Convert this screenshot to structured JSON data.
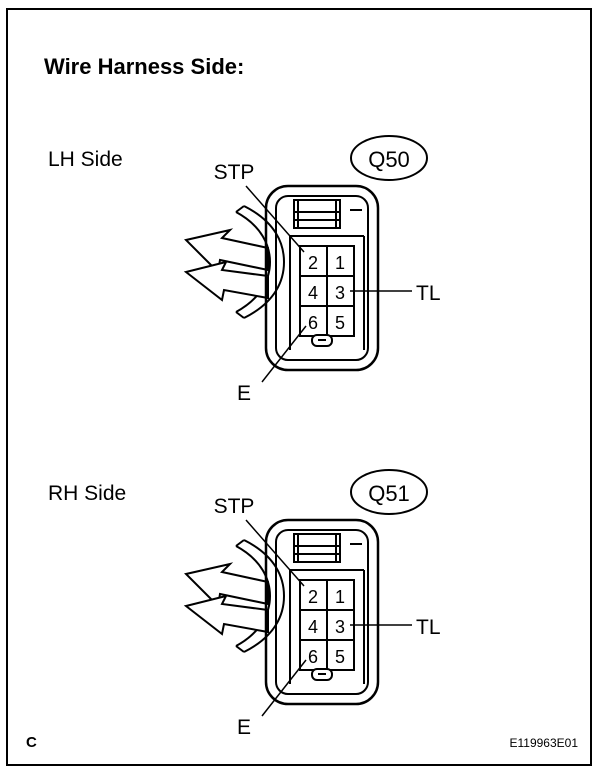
{
  "title": "Wire Harness Side:",
  "connectors": [
    {
      "side_label": "LH Side",
      "connector_id": "Q50",
      "pins": [
        "2",
        "1",
        "4",
        "3",
        "6",
        "5"
      ],
      "callouts": {
        "stp": "STP",
        "tl": "TL",
        "e": "E"
      }
    },
    {
      "side_label": "RH Side",
      "connector_id": "Q51",
      "pins": [
        "2",
        "1",
        "4",
        "3",
        "6",
        "5"
      ],
      "callouts": {
        "stp": "STP",
        "tl": "TL",
        "e": "E"
      }
    }
  ],
  "footer": {
    "left": "C",
    "right": "E119963E01"
  }
}
